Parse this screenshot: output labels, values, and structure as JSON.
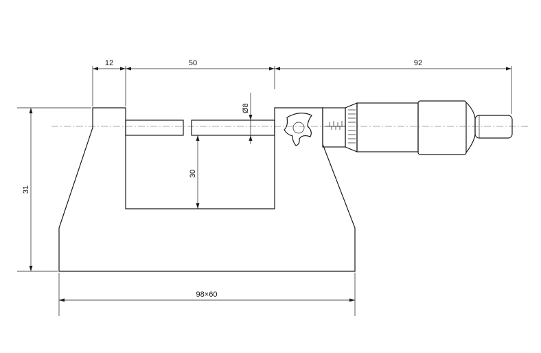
{
  "dimensions": {
    "left_jaw_width": "12",
    "gap": "50",
    "spindle_length": "92",
    "anvil_diameter": "Ø8",
    "throat_depth": "30",
    "frame_height": "31",
    "base_size": "98×60"
  },
  "colors": {
    "line": "#1a1a1a",
    "background": "#ffffff"
  }
}
